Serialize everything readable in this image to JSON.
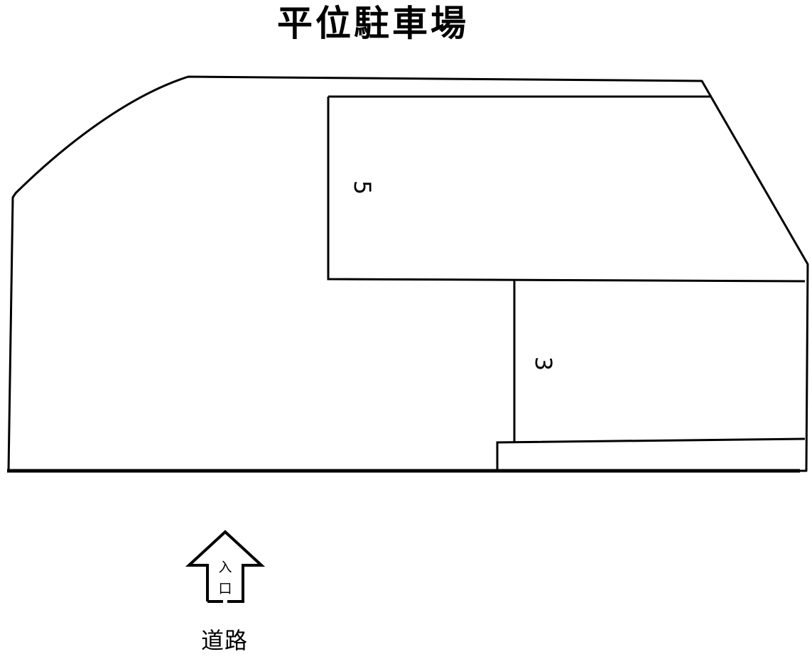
{
  "title": "平位駐車場",
  "lots": [
    {
      "id": "lot-5",
      "label": "5"
    },
    {
      "id": "lot-3",
      "label": "3"
    }
  ],
  "entrance": {
    "label_line1": "入",
    "label_line2": "口"
  },
  "road": {
    "label": "道路"
  },
  "colors": {
    "line": "#000000",
    "background": "#ffffff"
  }
}
